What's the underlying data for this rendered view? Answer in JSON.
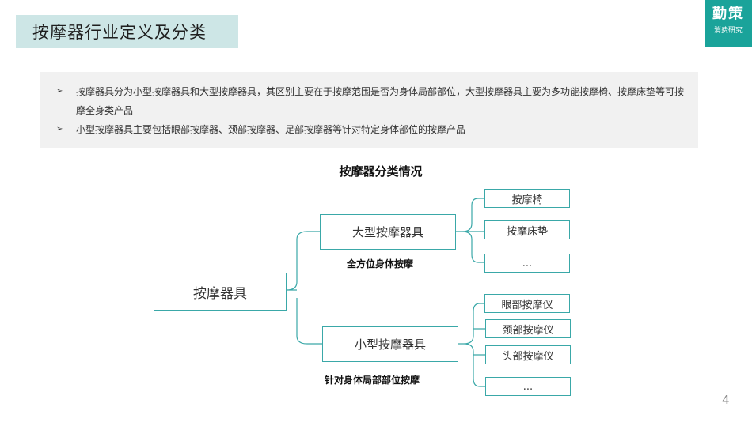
{
  "header": {
    "title": "按摩器行业定义及分类"
  },
  "logo": {
    "line1": "勤策",
    "line2": "消费研究"
  },
  "summary": {
    "bullets": [
      {
        "marker": "➢",
        "text": "按摩器具分为小型按摩器具和大型按摩器具，其区别主要在于按摩范围是否为身体局部部位，大型按摩器具主要为多功能按摩椅、按摩床垫等可按摩全身类产品"
      },
      {
        "marker": "➢",
        "text": "小型按摩器具主要包括眼部按摩器、颈部按摩器、足部按摩器等针对特定身体部位的按摩产品"
      }
    ]
  },
  "diagram": {
    "title": "按摩器分类情况",
    "root": "按摩器具",
    "large": {
      "label": "大型按摩器具",
      "caption": "全方位身体按摩",
      "children": [
        "按摩椅",
        "按摩床垫",
        "..."
      ]
    },
    "small": {
      "label": "小型按摩器具",
      "caption": "针对身体局部部位按摩",
      "children": [
        "眼部按摩仪",
        "颈部按摩仪",
        "头部按摩仪",
        "..."
      ]
    }
  },
  "footer": {
    "page_number": "4"
  },
  "colors": {
    "accent": "#1aa39a",
    "box_border": "#3aa8a8",
    "title_bg": "#cde6e6",
    "summary_bg": "#f1f1f1"
  }
}
